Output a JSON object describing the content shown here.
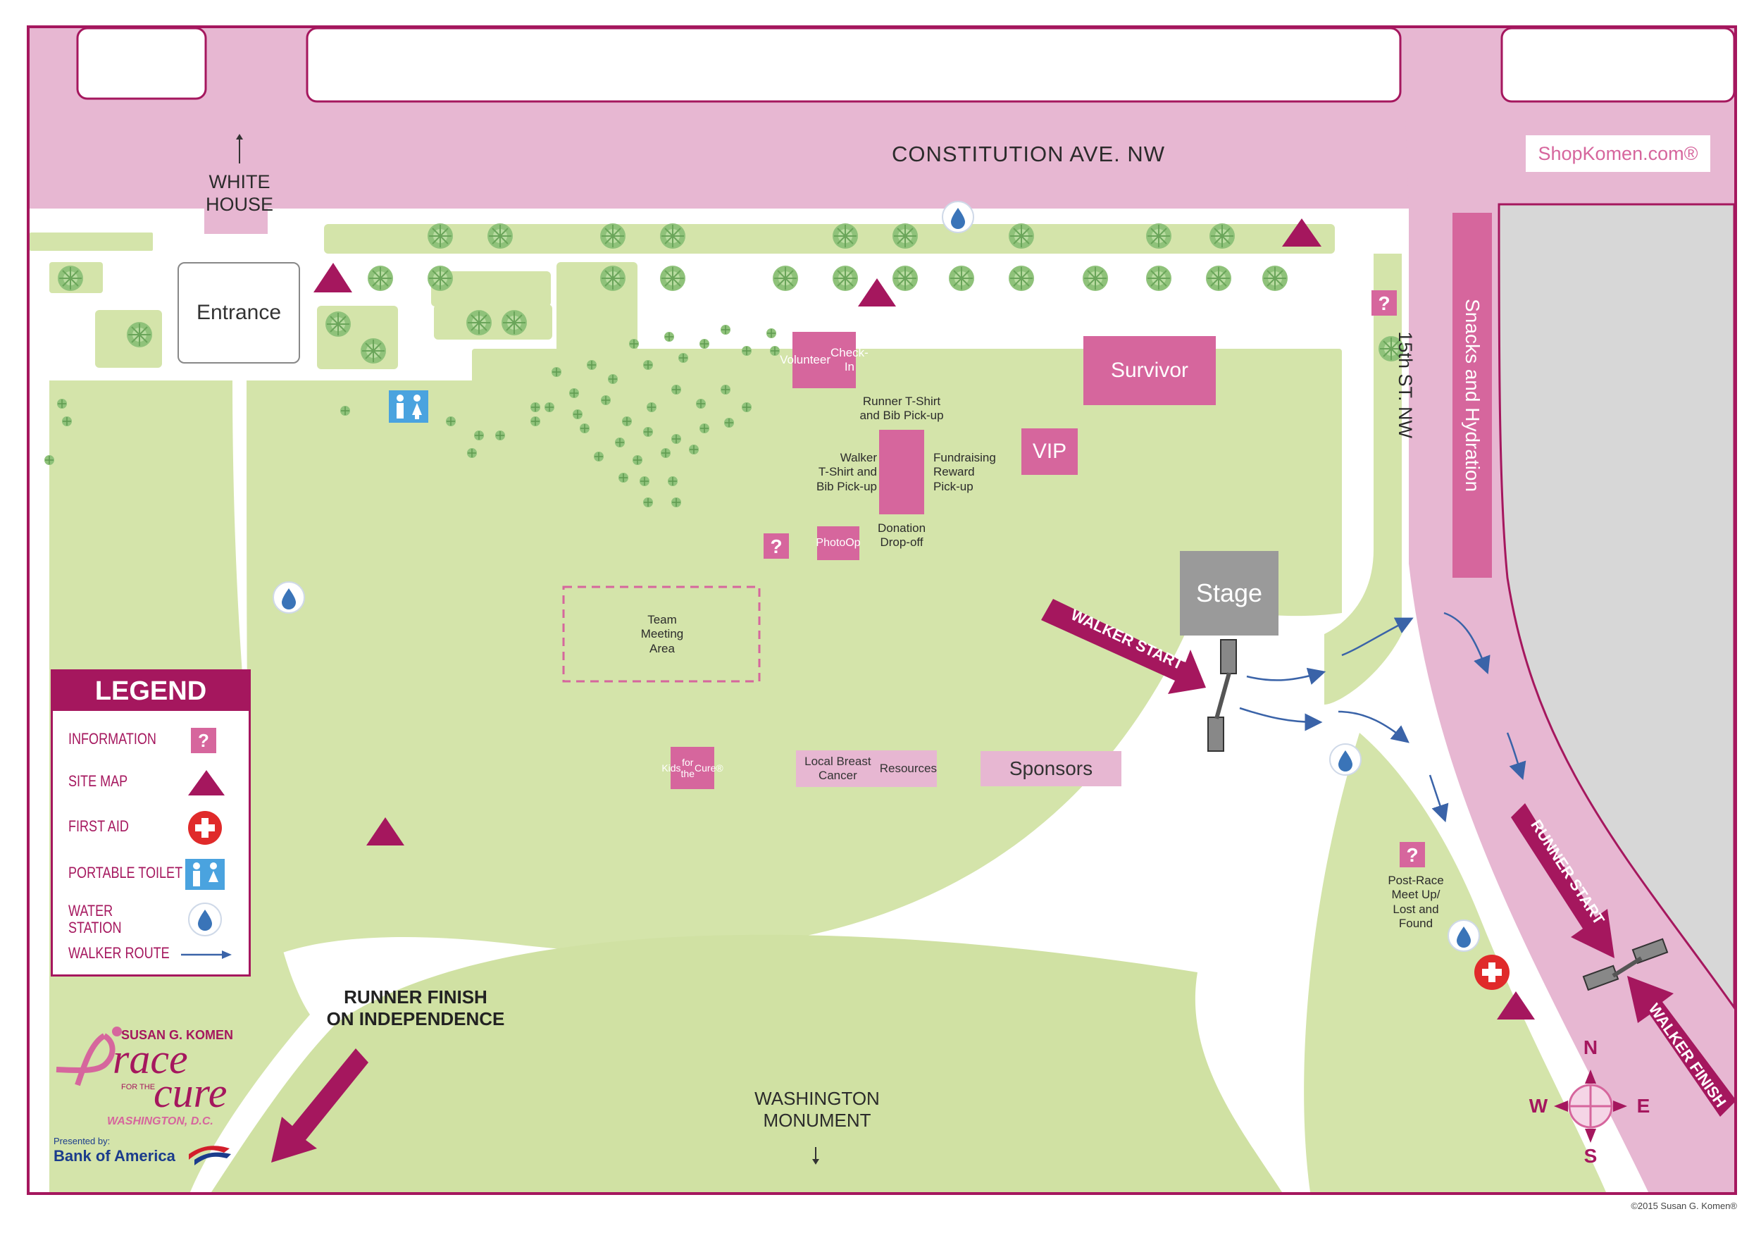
{
  "streets": {
    "constitution": "CONSTITUTION AVE. NW",
    "fifteenth": "15th ST. NW"
  },
  "white_house": {
    "line1": "WHITE",
    "line2": "HOUSE"
  },
  "washington_monument": {
    "line1": "WASHINGTON",
    "line2": "MONUMENT"
  },
  "shop": "ShopKomen.com®",
  "snacks": "Snacks and Hydration",
  "entrance": "Entrance",
  "booths": {
    "volunteer": [
      "Volunteer",
      "Check-In"
    ],
    "survivor": "Survivor",
    "vip": "VIP",
    "stage": "Stage",
    "photo": [
      "Photo",
      "Op"
    ],
    "kids": [
      "Kids",
      "for the",
      "Cure®"
    ],
    "local": [
      "Local Breast Cancer",
      "Resources"
    ],
    "sponsors": "Sponsors"
  },
  "labels": {
    "runner_tshirt": [
      "Runner T-Shirt",
      "and Bib Pick-up"
    ],
    "walker_tshirt": [
      "Walker",
      "T-Shirt and",
      "Bib Pick-up"
    ],
    "fundraising": [
      "Fundraising",
      "Reward",
      "Pick-up"
    ],
    "donation": [
      "Donation",
      "Drop-off"
    ],
    "team_meeting": [
      "Team",
      "Meeting",
      "Area"
    ],
    "post_race": [
      "Post-Race",
      "Meet Up/",
      "Lost and",
      "Found"
    ],
    "runner_finish": [
      "RUNNER FINISH",
      "ON INDEPENDENCE"
    ]
  },
  "route_markers": {
    "walker_start": "WALKER START",
    "runner_start": "RUNNER START",
    "walker_finish": "WALKER FINISH"
  },
  "legend": {
    "title": "LEGEND",
    "items": [
      {
        "label": "INFORMATION",
        "icon": "information-icon"
      },
      {
        "label": "SITE MAP",
        "icon": "site-map-triangle-icon"
      },
      {
        "label": "FIRST AID",
        "icon": "first-aid-icon"
      },
      {
        "label": "PORTABLE TOILET",
        "icon": "portable-toilet-icon"
      },
      {
        "label": "WATER STATION",
        "line1": "WATER",
        "line2": "STATION",
        "icon": "water-drop-icon"
      },
      {
        "label": "WALKER ROUTE",
        "icon": "walker-route-arrow-icon"
      }
    ]
  },
  "compass": {
    "n": "N",
    "s": "S",
    "e": "E",
    "w": "W"
  },
  "logo": {
    "brand": "SUSAN G. KOMEN",
    "race": "race",
    "for_the": "FOR THE",
    "cure": "cure",
    "city": "WASHINGTON, D.C.",
    "presented_by": "Presented by:",
    "sponsor": "Bank of America"
  },
  "copyright": "©2015 Susan G. Komen®",
  "colors": {
    "road": "#e7b7d2",
    "park": "#d4e4aa",
    "path": "#ffffff",
    "booth": "#d6669d",
    "accent": "#a5175e",
    "stage": "#9a9a9a",
    "lot": "#d7d7d7",
    "route_arrow": "#3a63a8"
  }
}
